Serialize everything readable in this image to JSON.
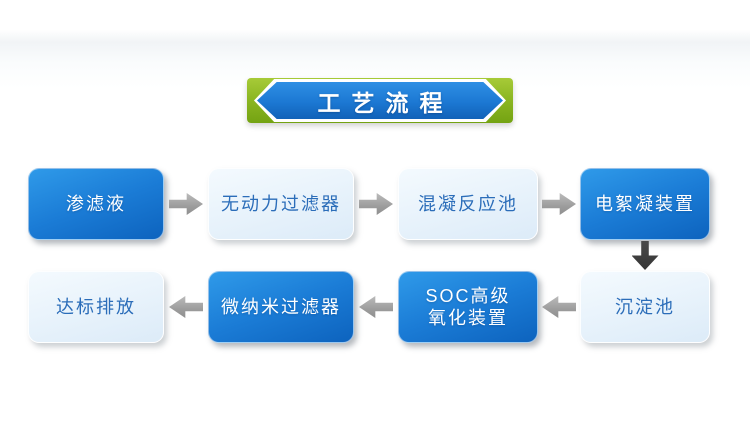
{
  "banner": {
    "title": "工艺流程"
  },
  "colors": {
    "banner_green": "#8db723",
    "banner_blue": "#1c78d3",
    "box_solid_top": "#2f9ae9",
    "box_solid_bottom": "#0d63be",
    "box_light_bg": "#e7f2fb",
    "box_light_text": "#2b6db9",
    "arrow_gray": "#9b9b9b",
    "arrow_dark": "#3a3a3a"
  },
  "flow": {
    "row1": [
      {
        "label": "渗滤液",
        "variant": "solid"
      },
      {
        "label": "无动力过滤器",
        "variant": "light"
      },
      {
        "label": "混凝反应池",
        "variant": "light"
      },
      {
        "label": "电絮凝装置",
        "variant": "solid"
      }
    ],
    "row2": [
      {
        "label": "达标排放",
        "variant": "light"
      },
      {
        "label": "微纳米过滤器",
        "variant": "solid"
      },
      {
        "label": "SOC高级氧化装置",
        "lines": [
          "SOC高级",
          "氧化装置"
        ],
        "variant": "solid"
      },
      {
        "label": "沉淀池",
        "variant": "light"
      }
    ]
  }
}
